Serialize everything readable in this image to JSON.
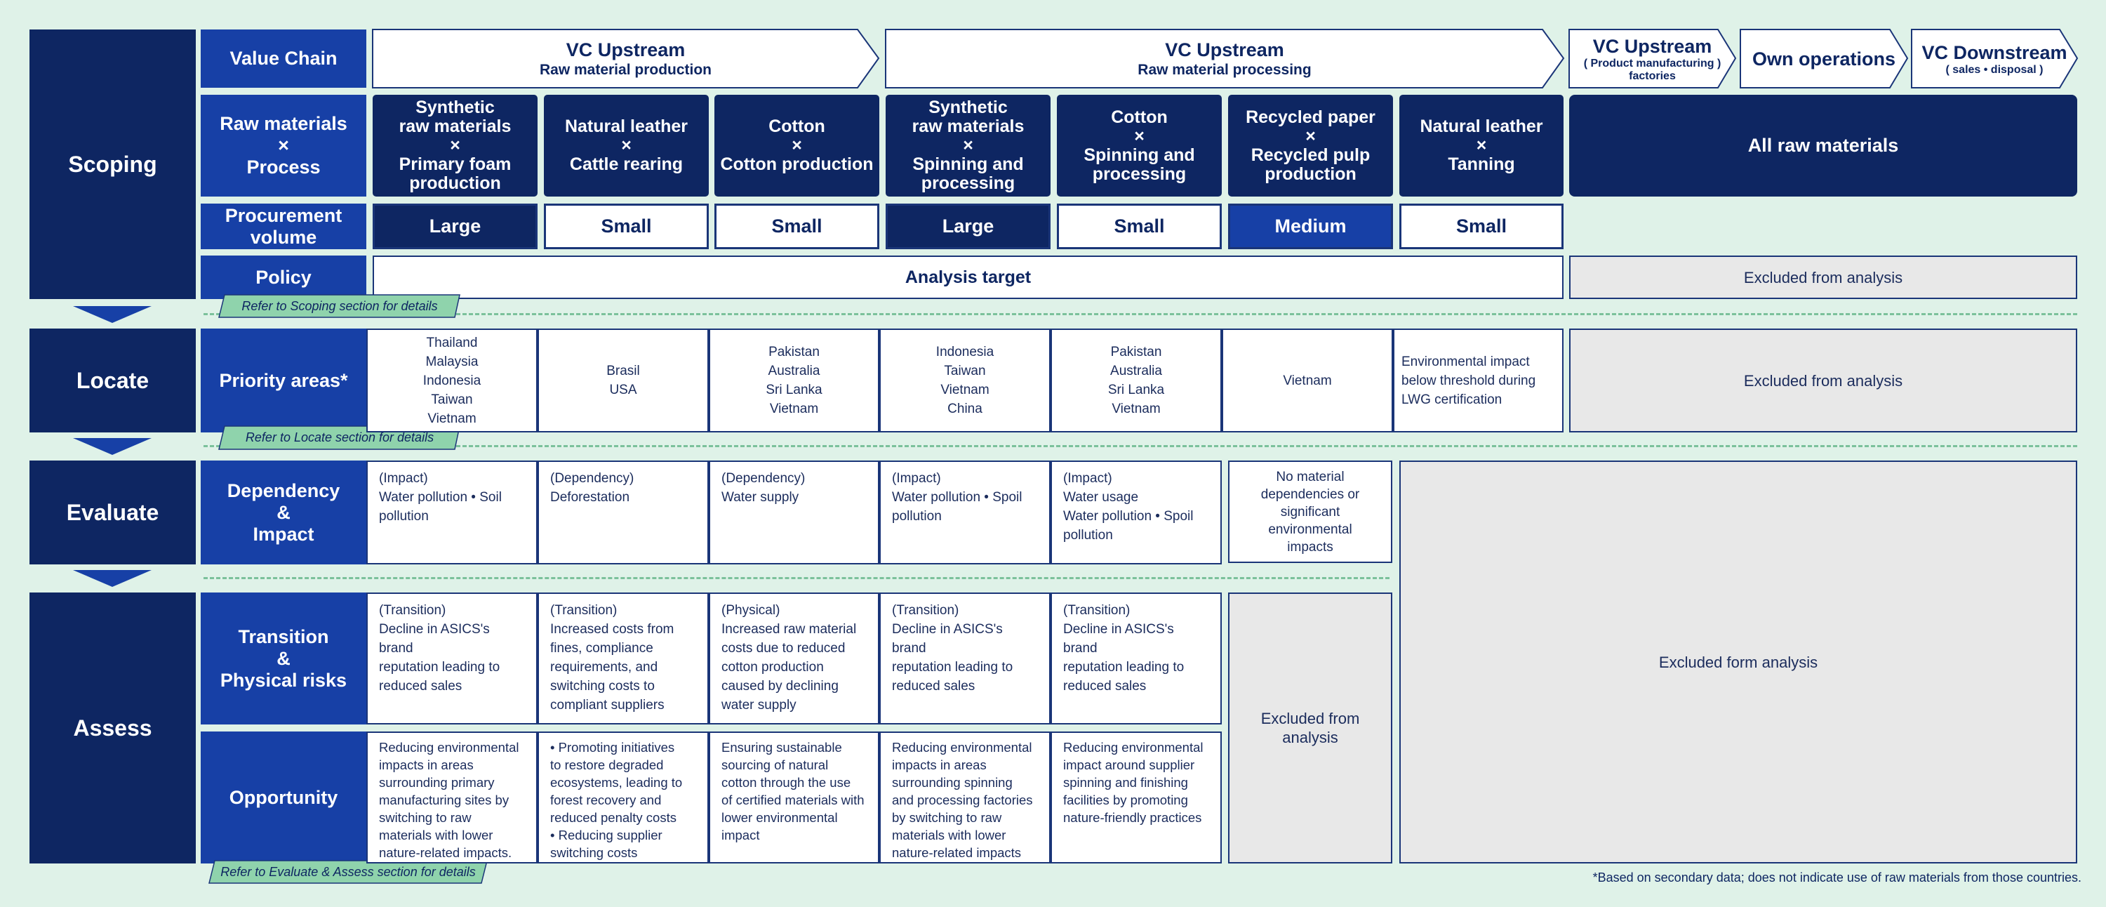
{
  "phases": {
    "scoping": "Scoping",
    "locate": "Locate",
    "evaluate": "Evaluate",
    "assess": "Assess"
  },
  "row_labels": {
    "value_chain": "Value Chain",
    "raw_materials": "Raw materials\n×\nProcess",
    "procurement": "Procurement\nvolume",
    "policy": "Policy",
    "priority": "Priority areas*",
    "dependency": "Dependency\n&\nImpact",
    "transition": "Transition\n&\nPhysical risks",
    "opportunity": "Opportunity"
  },
  "value_chain": {
    "vc1": {
      "title": "VC Upstream",
      "sub": "Raw material production"
    },
    "vc2": {
      "title": "VC Upstream",
      "sub": "Raw material processing"
    },
    "vc3": {
      "title": "VC Upstream",
      "sub": "( Product manufacturing )\nfactories"
    },
    "own": {
      "title": "Own operations"
    },
    "down": {
      "title": "VC Downstream",
      "sub": "( sales • disposal )"
    }
  },
  "materials": [
    "Synthetic\nraw materials\n×\nPrimary foam\nproduction",
    "Natural leather\n×\nCattle rearing",
    "Cotton\n×\nCotton production",
    "Synthetic\nraw materials\n×\nSpinning and\nprocessing",
    "Cotton\n×\nSpinning and\nprocessing",
    "Recycled paper\n×\nRecycled pulp\nproduction",
    "Natural leather\n×\nTanning"
  ],
  "all_raw_materials": "All raw materials",
  "volumes": [
    {
      "label": "Large",
      "level": "large"
    },
    {
      "label": "Small",
      "level": "small"
    },
    {
      "label": "Small",
      "level": "small"
    },
    {
      "label": "Large",
      "level": "large"
    },
    {
      "label": "Small",
      "level": "small"
    },
    {
      "label": "Medium",
      "level": "medium"
    },
    {
      "label": "Small",
      "level": "small"
    }
  ],
  "policy": {
    "target": "Analysis target",
    "excluded": "Excluded from analysis"
  },
  "notes": {
    "scoping": "Refer to Scoping section for details",
    "locate": "Refer to Locate section for details",
    "evaluate": "Refer to Evaluate & Assess section for details"
  },
  "priority_areas": [
    "Thailand\nMalaysia\nIndonesia\nTaiwan\nVietnam",
    "Brasil\nUSA",
    "Pakistan\nAustralia\nSri Lanka\nVietnam",
    "Indonesia\nTaiwan\nVietnam\nChina",
    "Pakistan\nAustralia\nSri Lanka\nVietnam",
    "Vietnam",
    "Environmental impact\nbelow threshold during\nLWG certification"
  ],
  "locate_excluded": "Excluded from analysis",
  "dependency": [
    "(Impact)\nWater pollution • Soil\npollution",
    "(Dependency)\nDeforestation",
    "(Dependency)\nWater supply",
    "(Impact)\nWater pollution • Spoil\npollution",
    "(Impact)\nWater usage\nWater pollution • Spoil\npollution"
  ],
  "no_material": "No material\ndependencies or\nsignificant\nenvironmental\nimpacts",
  "risks": [
    "(Transition)\nDecline in ASICS's brand\nreputation leading to\nreduced sales",
    "(Transition)\nIncreased costs from\nfines, compliance\nrequirements, and\nswitching costs to\ncompliant suppliers",
    "(Physical)\nIncreased raw material\ncosts due to reduced\ncotton production\ncaused by declining\nwater supply",
    "(Transition)\nDecline in ASICS's brand\nreputation leading to\nreduced sales",
    "(Transition)\nDecline in ASICS's brand\nreputation leading to\nreduced sales"
  ],
  "opportunity": [
    "Reducing environmental\nimpacts in areas\nsurrounding primary\nmanufacturing sites by\nswitching to raw\nmaterials with lower\nnature-related impacts.",
    " • Promoting initiatives\nto restore degraded\necosystems, leading to\nforest recovery and\nreduced penalty costs\n • Reducing supplier\nswitching costs",
    "Ensuring sustainable\nsourcing of natural\ncotton through the use\nof certified materials with\nlower environmental\nimpact",
    "Reducing environmental\nimpacts in areas\nsurrounding spinning\nand processing factories\nby switching to raw\nmaterials with lower\nnature-related impacts",
    "Reducing environmental\nimpact around supplier\nspinning and finishing\nfacilities by promoting\nnature-friendly practices"
  ],
  "recycled_excluded": "Excluded from\nanalysis",
  "big_excluded": "Excluded form analysis",
  "footnote": "*Based on secondary data; does not indicate use of raw materials from those countries.",
  "colors": {
    "navy": "#0e2662",
    "blue": "#1740a6",
    "green_bg": "#dff2e8",
    "note_green": "#8fd3ac",
    "grey": "#e8e8e8"
  }
}
